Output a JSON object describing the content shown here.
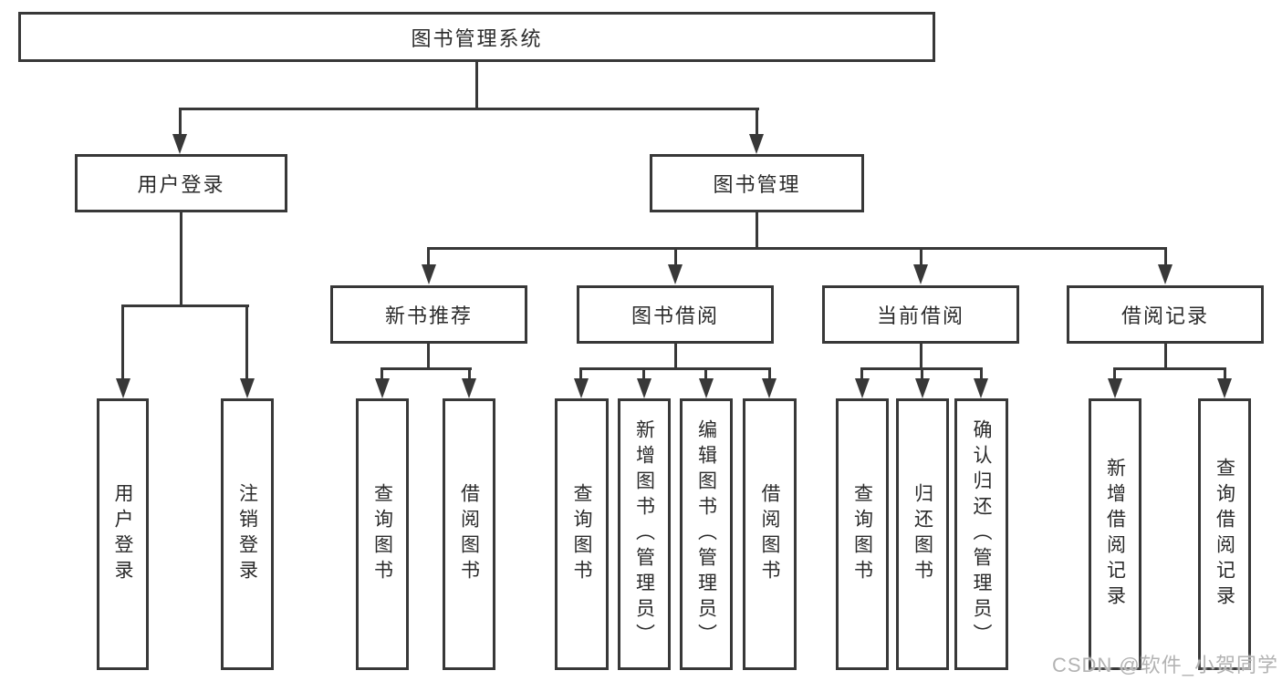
{
  "diagram": {
    "root": {
      "label": "图书管理系统"
    },
    "user": {
      "label": "用户登录",
      "children": [
        "用户登录",
        "注销登录"
      ]
    },
    "book": {
      "label": "图书管理",
      "sections": {
        "new": {
          "label": "新书推荐",
          "children": [
            "查询图书",
            "借阅图书"
          ]
        },
        "borrow": {
          "label": "图书借阅",
          "children": [
            "查询图书",
            "新增图书（管理员）",
            "编辑图书（管理员）",
            "借阅图书"
          ]
        },
        "current": {
          "label": "当前借阅",
          "children": [
            "查询图书",
            "归还图书",
            "确认归还（管理员）"
          ]
        },
        "records": {
          "label": "借阅记录",
          "children": [
            "新增借阅记录",
            "查询借阅记录"
          ]
        }
      }
    }
  },
  "watermark": {
    "text": "CSDN @软件_小贺同学"
  },
  "colors": {
    "line": "#383838",
    "box_border": "#383838",
    "text": "#2b2b2b",
    "background": "#ffffff",
    "watermark": "#b3b3b3"
  }
}
